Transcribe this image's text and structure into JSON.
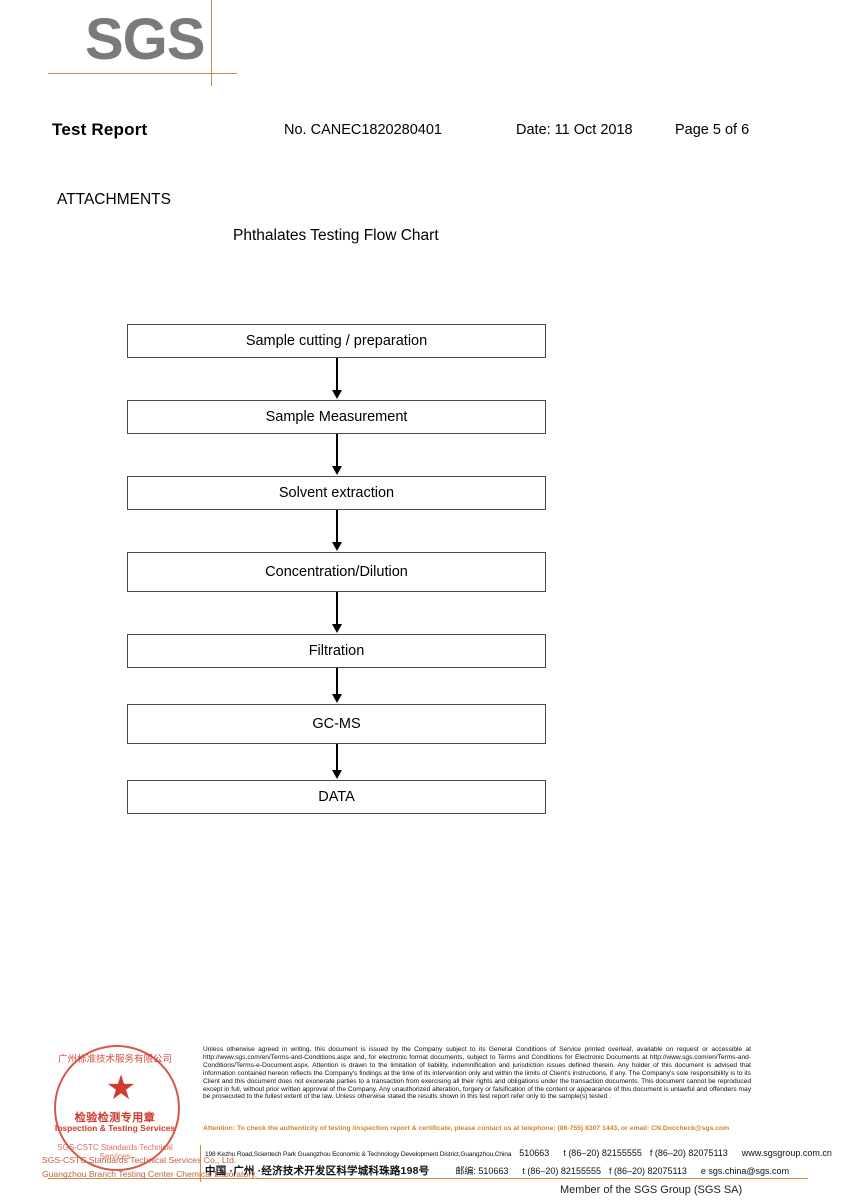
{
  "logo": {
    "text": "SGS",
    "rule_color": "#d08a43"
  },
  "header": {
    "title": "Test Report",
    "report_no": "No. CANEC1820280401",
    "date": "Date: 11 Oct 2018",
    "page": "Page 5 of 6"
  },
  "section": {
    "attachments_label": "ATTACHMENTS",
    "flow_chart_title": "Phthalates Testing Flow Chart"
  },
  "chart_data": {
    "type": "diagram",
    "title": "Phthalates Testing Flow Chart",
    "orientation": "vertical",
    "steps": [
      "Sample cutting / preparation",
      "Sample Measurement",
      "Solvent extraction",
      "Concentration/Dilution",
      "Filtration",
      "GC-MS",
      "DATA"
    ],
    "connector": "down-arrow"
  },
  "footer": {
    "seal": {
      "arc_top": "广州标准技术服务有限公司",
      "star": "★",
      "cn_label": "检验检测专用章",
      "en_label": "Inspection & Testing Services",
      "arc_bottom": "SGS-CSTC Standards Technical Services",
      "color": "#cf3b2d"
    },
    "lab_line1": "SGS-CSTC Standards Technical Services Co., Ltd.",
    "lab_line2": "Guangzhou Branch Testing Center Chemical Laboratory.",
    "disclaimer": "Unless otherwise agreed in writing, this document is issued by the Company subject to its General Conditions of Service printed overleaf, available on request or accessible at http://www.sgs.com/en/Terms-and-Conditions.aspx and, for electronic format documents, subject to Terms and Conditions for Electronic Documents at http://www.sgs.com/en/Terms-and-Conditions/Terms-e-Document.aspx. Attention is drawn to the limitation of liability, indemnification and jurisdiction issues defined therein. Any holder of this document is advised that information contained hereon reflects the Company's findings at the time of its intervention only and within the limits of Client's instructions, if any. The Company's sole responsibility is to its Client and this document does not exonerate parties to a transaction from exercising all their rights and obligations under the transaction documents. This document cannot be reproduced except in full, without prior written approval of the Company. Any unauthorized alteration, forgery or falsification of the content or appearance of this document is unlawful and offenders may be prosecuted to the fullest extent of the law. Unless otherwise stated the results shown in this test report refer only to the sample(s) tested .",
    "attention": "Attention: To check the authenticity of testing /inspection report & certificate, please contact us at telephone: (86-755) 8307 1443, or email: CN.Doccheck@sgs.com",
    "attention_color": "#d2812a",
    "address_en": {
      "street": "198 Kezhu Road,Scientech Park Guangzhou Economic & Technology Development District,Guangzhou,China",
      "zip": "510663",
      "tel": "t (86–20) 82155555",
      "fax": "f (86–20) 82075113",
      "web": "www.sgsgroup.com.cn"
    },
    "address_cn": {
      "street": "中国 ·广州 ·经济技术开发区科学城科珠路198号",
      "zip_label": "邮编: 510663",
      "tel": "t (86–20) 82155555",
      "fax": "f (86–20) 82075113",
      "email": "e  sgs.china@sgs.com"
    },
    "member_line": "Member of the SGS Group (SGS SA)"
  }
}
